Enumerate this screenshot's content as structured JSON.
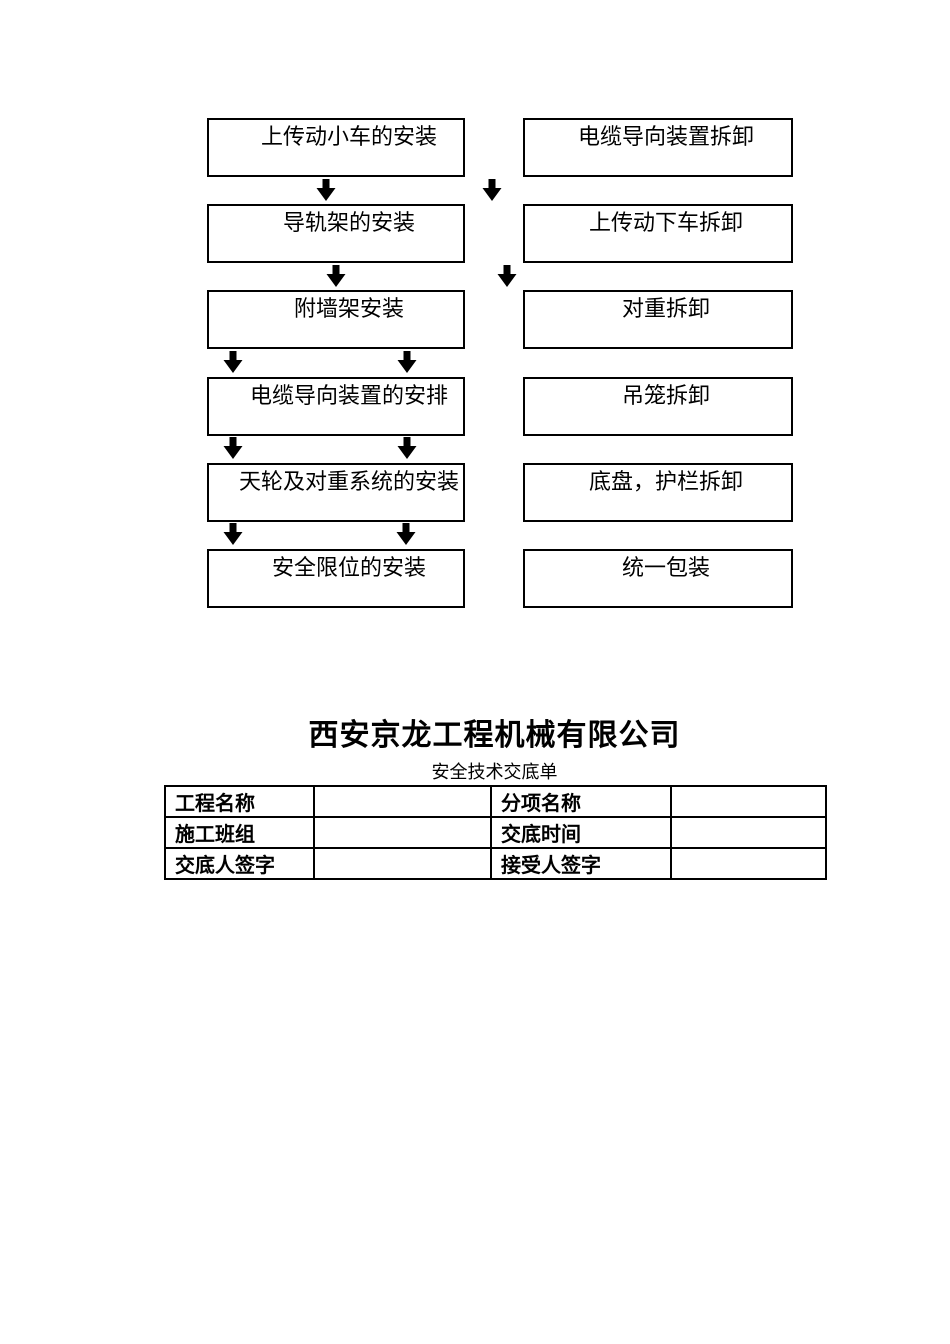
{
  "document": {
    "background_color": "#ffffff",
    "text_color": "#000000"
  },
  "icons": {
    "down_arrow_icon": "⬇"
  },
  "flowchart": {
    "install_column": {
      "boxes": [
        "上传动小车的安装",
        "导轨架的安装",
        "附墙架安装",
        "电缆导向装置的安排",
        "天轮及对重系统的安装",
        "安全限位的安装"
      ]
    },
    "dismantle_column": {
      "boxes": [
        "电缆导向装置拆卸",
        "上传动下车拆卸",
        "对重拆卸",
        "吊笼拆卸",
        "底盘，护栏拆卸",
        "统一包装"
      ]
    }
  },
  "company_header": {
    "title": "西安京龙工程机械有限公司",
    "subtitle": "安全技术交底单"
  },
  "info_table": {
    "rows": [
      {
        "label_left": "工程名称",
        "value_left": "",
        "label_right": "分项名称",
        "value_right": ""
      },
      {
        "label_left": "施工班组",
        "value_left": "",
        "label_right": "交底时间",
        "value_right": ""
      },
      {
        "label_left": "交底人签字",
        "value_left": "",
        "label_right": "接受人签字",
        "value_right": ""
      }
    ]
  }
}
